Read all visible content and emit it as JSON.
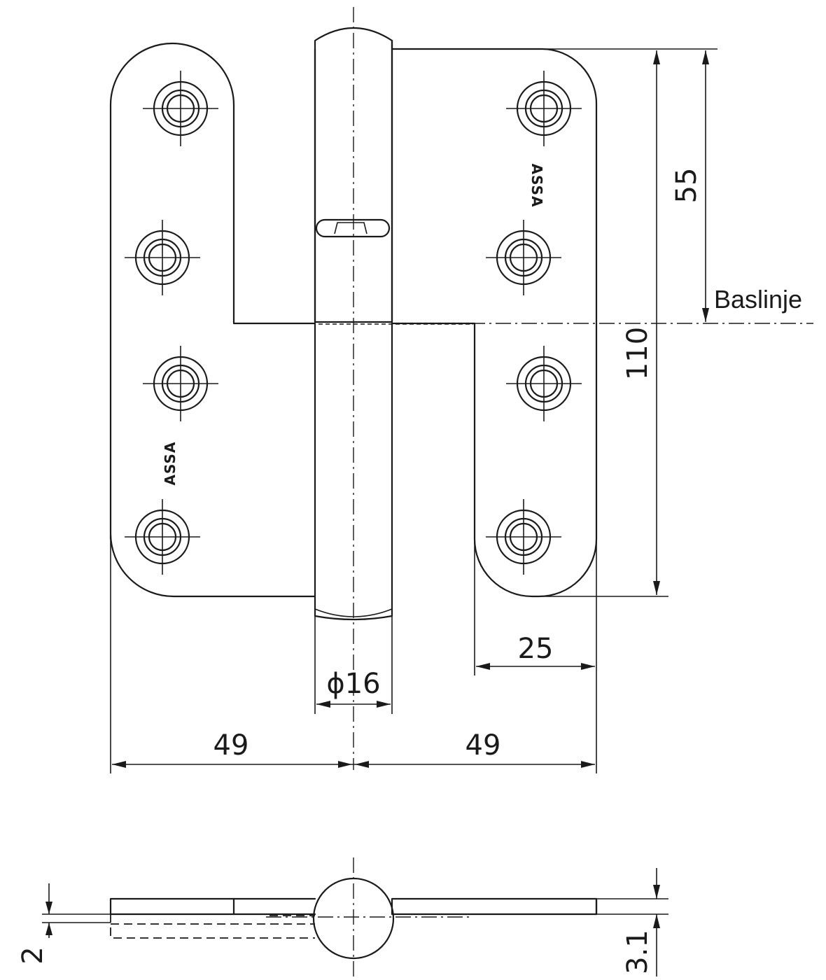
{
  "drawing": {
    "dimensions": {
      "height_upper": "55",
      "height_total": "110",
      "leaf_offset": "25",
      "pin_diameter": "ϕ16",
      "width_left": "49",
      "width_right": "49",
      "plate_thickness": "2",
      "total_thickness": "3.1"
    },
    "labels": {
      "base_line": "Baslinje"
    },
    "brand_marks": {
      "left_leaf": "ASSA",
      "right_leaf": "ASSA"
    }
  }
}
